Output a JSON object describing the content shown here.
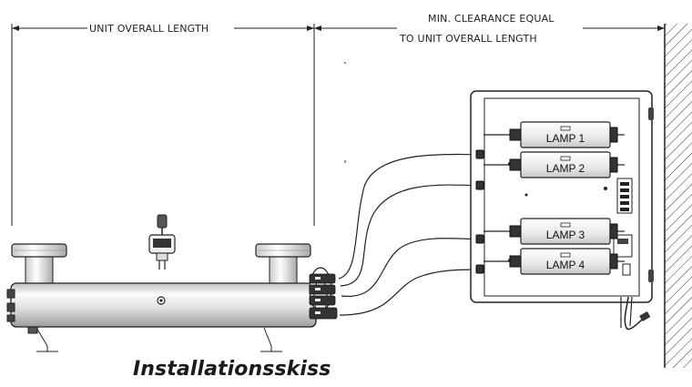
{
  "dimensions": {
    "unit_length_label": "UNIT OVERALL LENGTH",
    "clearance_line1": "MIN. CLEARANCE EQUAL",
    "clearance_line2": "TO UNIT OVERALL LENGTH"
  },
  "panel": {
    "lamps": [
      {
        "label": "LAMP 1"
      },
      {
        "label": "LAMP 2"
      },
      {
        "label": "LAMP 3"
      },
      {
        "label": "LAMP 4"
      }
    ]
  },
  "caption": "Installationsskiss",
  "colors": {
    "line": "#1a1a1a",
    "fill": "#ffffff",
    "chamber_shade": "#d8d8d8",
    "lamp_fill": "#eeeeee"
  }
}
